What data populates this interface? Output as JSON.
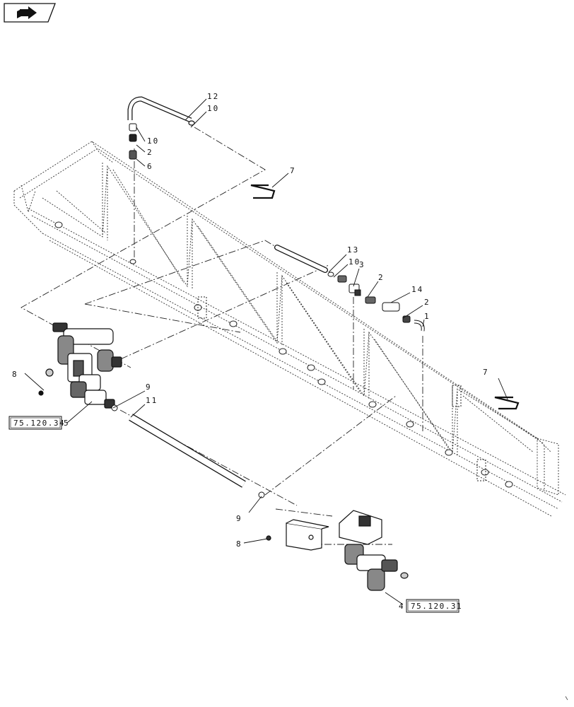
{
  "nav_icon": "next-page-arrow-icon",
  "callouts": [
    {
      "id": "c12",
      "text": "12"
    },
    {
      "id": "c10a",
      "text": "10"
    },
    {
      "id": "c10b",
      "text": "10"
    },
    {
      "id": "c2a",
      "text": "2"
    },
    {
      "id": "c6",
      "text": "6"
    },
    {
      "id": "c7a",
      "text": "7"
    },
    {
      "id": "c13",
      "text": "13"
    },
    {
      "id": "c10c",
      "text": "10"
    },
    {
      "id": "c3",
      "text": "3"
    },
    {
      "id": "c2b",
      "text": "2"
    },
    {
      "id": "c14",
      "text": "14"
    },
    {
      "id": "c2c",
      "text": "2"
    },
    {
      "id": "c1",
      "text": "1"
    },
    {
      "id": "c7b",
      "text": "7"
    },
    {
      "id": "c8a",
      "text": "8"
    },
    {
      "id": "c9a",
      "text": "9"
    },
    {
      "id": "c11",
      "text": "11"
    },
    {
      "id": "c5",
      "text": "5"
    },
    {
      "id": "c9b",
      "text": "9"
    },
    {
      "id": "c8b",
      "text": "8"
    },
    {
      "id": "c4",
      "text": "4"
    }
  ],
  "references": [
    {
      "id": "ref1",
      "text": "75.120.34"
    },
    {
      "id": "ref2",
      "text": "75.120.31"
    }
  ]
}
